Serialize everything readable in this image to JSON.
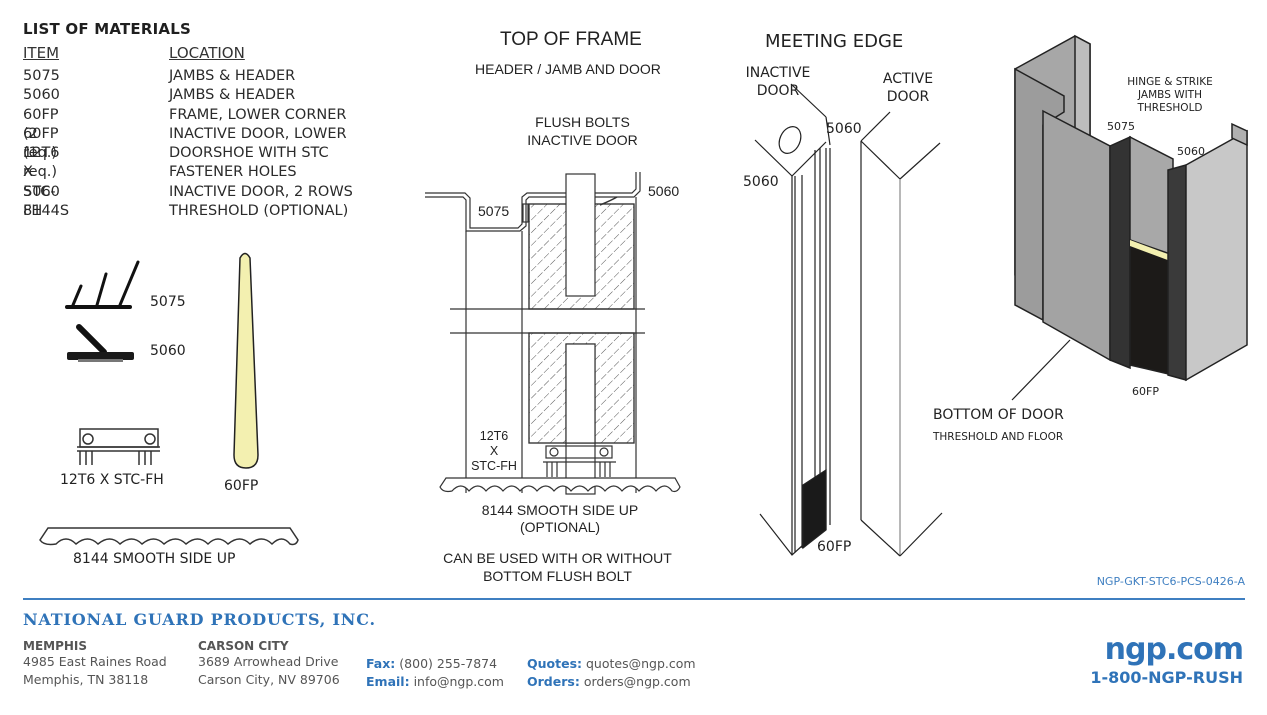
{
  "materials": {
    "title": "LIST OF MATERIALS",
    "headers": {
      "item": "ITEM",
      "location": "LOCATION"
    },
    "rows": [
      {
        "item": "5075",
        "location": "JAMBS & HEADER"
      },
      {
        "item": "5060",
        "location": "JAMBS & HEADER"
      },
      {
        "item": "60FP (2 req.)",
        "location": "FRAME, LOWER CORNER"
      },
      {
        "item": "60FP (1 req.)",
        "location": "INACTIVE DOOR, LOWER"
      },
      {
        "item": "12T6 X STC-FH",
        "location": "DOORSHOE WITH STC"
      },
      {
        "item": "",
        "location": "FASTENER HOLES"
      },
      {
        "item": "5060",
        "location": "INACTIVE DOOR, 2 ROWS"
      },
      {
        "item": "8144S",
        "location": "THRESHOLD (OPTIONAL)"
      }
    ]
  },
  "profiles": {
    "p5075": "5075",
    "p5060": "5060",
    "p12t6": "12T6 X STC-FH",
    "p60fp": "60FP",
    "p8144": "8144 SMOOTH SIDE UP"
  },
  "top_of_frame": {
    "title": "TOP OF FRAME",
    "subtitle": "HEADER / JAMB AND DOOR",
    "flush_bolts_line1": "FLUSH BOLTS",
    "flush_bolts_line2": "INACTIVE DOOR",
    "label_5060": "5060",
    "label_5075": "5075",
    "doorshoe_line1": "12T6",
    "doorshoe_line2": "X",
    "doorshoe_line3": "STC-FH",
    "threshold_line1": "8144 SMOOTH SIDE UP",
    "threshold_line2": "(OPTIONAL)",
    "note_line1": "CAN BE USED WITH OR WITHOUT",
    "note_line2": "BOTTOM FLUSH BOLT"
  },
  "meeting_edge": {
    "title": "MEETING EDGE",
    "inactive_line1": "INACTIVE",
    "inactive_line2": "DOOR",
    "active_line1": "ACTIVE",
    "active_line2": "DOOR",
    "label_5060_top": "5060",
    "label_5060_left": "5060",
    "label_60fp": "60FP"
  },
  "iso_view": {
    "caption_line1": "HINGE & STRIKE",
    "caption_line2": "JAMBS WITH",
    "caption_line3": "THRESHOLD",
    "label_5075": "5075",
    "label_5060": "5060",
    "label_60fp": "60FP",
    "bottom_title": "BOTTOM OF DOOR",
    "bottom_subtitle": "THRESHOLD AND FLOOR"
  },
  "colors": {
    "brand_blue": "#2f73b8",
    "seal_yellow": "#f3f0b0"
  },
  "footer": {
    "doc_id": "NGP-GKT-STC6-PCS-0426-A",
    "company": "NATIONAL GUARD PRODUCTS, INC.",
    "memphis": {
      "city": "MEMPHIS",
      "line1": "4985 East Raines Road",
      "line2": "Memphis, TN 38118"
    },
    "carson": {
      "city": "CARSON CITY",
      "line1": "3689 Arrowhead Drive",
      "line2": "Carson City, NV 89706"
    },
    "fax_label": "Fax:",
    "fax_value": "(800) 255-7874",
    "email_label": "Email:",
    "email_value": "info@ngp.com",
    "quotes_label": "Quotes:",
    "quotes_value": "quotes@ngp.com",
    "orders_label": "Orders:",
    "orders_value": "orders@ngp.com",
    "website": "ngp.com",
    "phone": "1-800-NGP-RUSH"
  }
}
